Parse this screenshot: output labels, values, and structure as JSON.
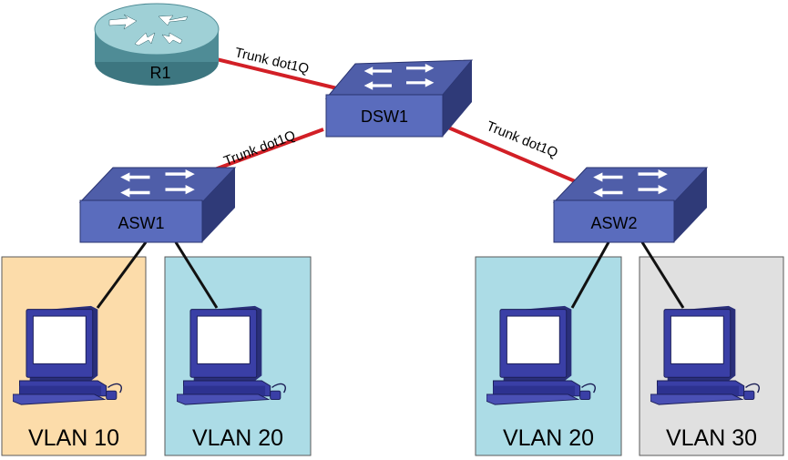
{
  "colors": {
    "trunk": "#d21f26",
    "access_link": "#111111",
    "vlan10_bg": "#fcdcaa",
    "vlan20_bg": "#acdce6",
    "vlan30_bg": "#e0e0e0",
    "switch_top": "#4f5ea9",
    "switch_front": "#5a6cbd",
    "switch_side": "#2f3a78",
    "router_body": "#4f8c96",
    "pc_blue": "#3a3fa6"
  },
  "devices": {
    "router": {
      "label": "R1",
      "icon": "router-icon"
    },
    "distribution_switch": {
      "label": "DSW1",
      "icon": "switch-icon"
    },
    "access_switch_1": {
      "label": "ASW1",
      "icon": "switch-icon"
    },
    "access_switch_2": {
      "label": "ASW2",
      "icon": "switch-icon"
    }
  },
  "links": [
    {
      "from": "R1",
      "to": "DSW1",
      "label": "Trunk dot1Q"
    },
    {
      "from": "ASW1",
      "to": "DSW1",
      "label": "Trunk dot1Q"
    },
    {
      "from": "DSW1",
      "to": "ASW2",
      "label": "Trunk dot1Q"
    }
  ],
  "vlans": [
    {
      "label": "VLAN 10",
      "switch": "ASW1",
      "color": "#fcdcaa",
      "pc_icon": "pc-icon"
    },
    {
      "label": "VLAN 20",
      "switch": "ASW1",
      "color": "#acdce6",
      "pc_icon": "pc-icon"
    },
    {
      "label": "VLAN 20",
      "switch": "ASW2",
      "color": "#acdce6",
      "pc_icon": "pc-icon"
    },
    {
      "label": "VLAN 30",
      "switch": "ASW2",
      "color": "#e0e0e0",
      "pc_icon": "pc-icon"
    }
  ]
}
